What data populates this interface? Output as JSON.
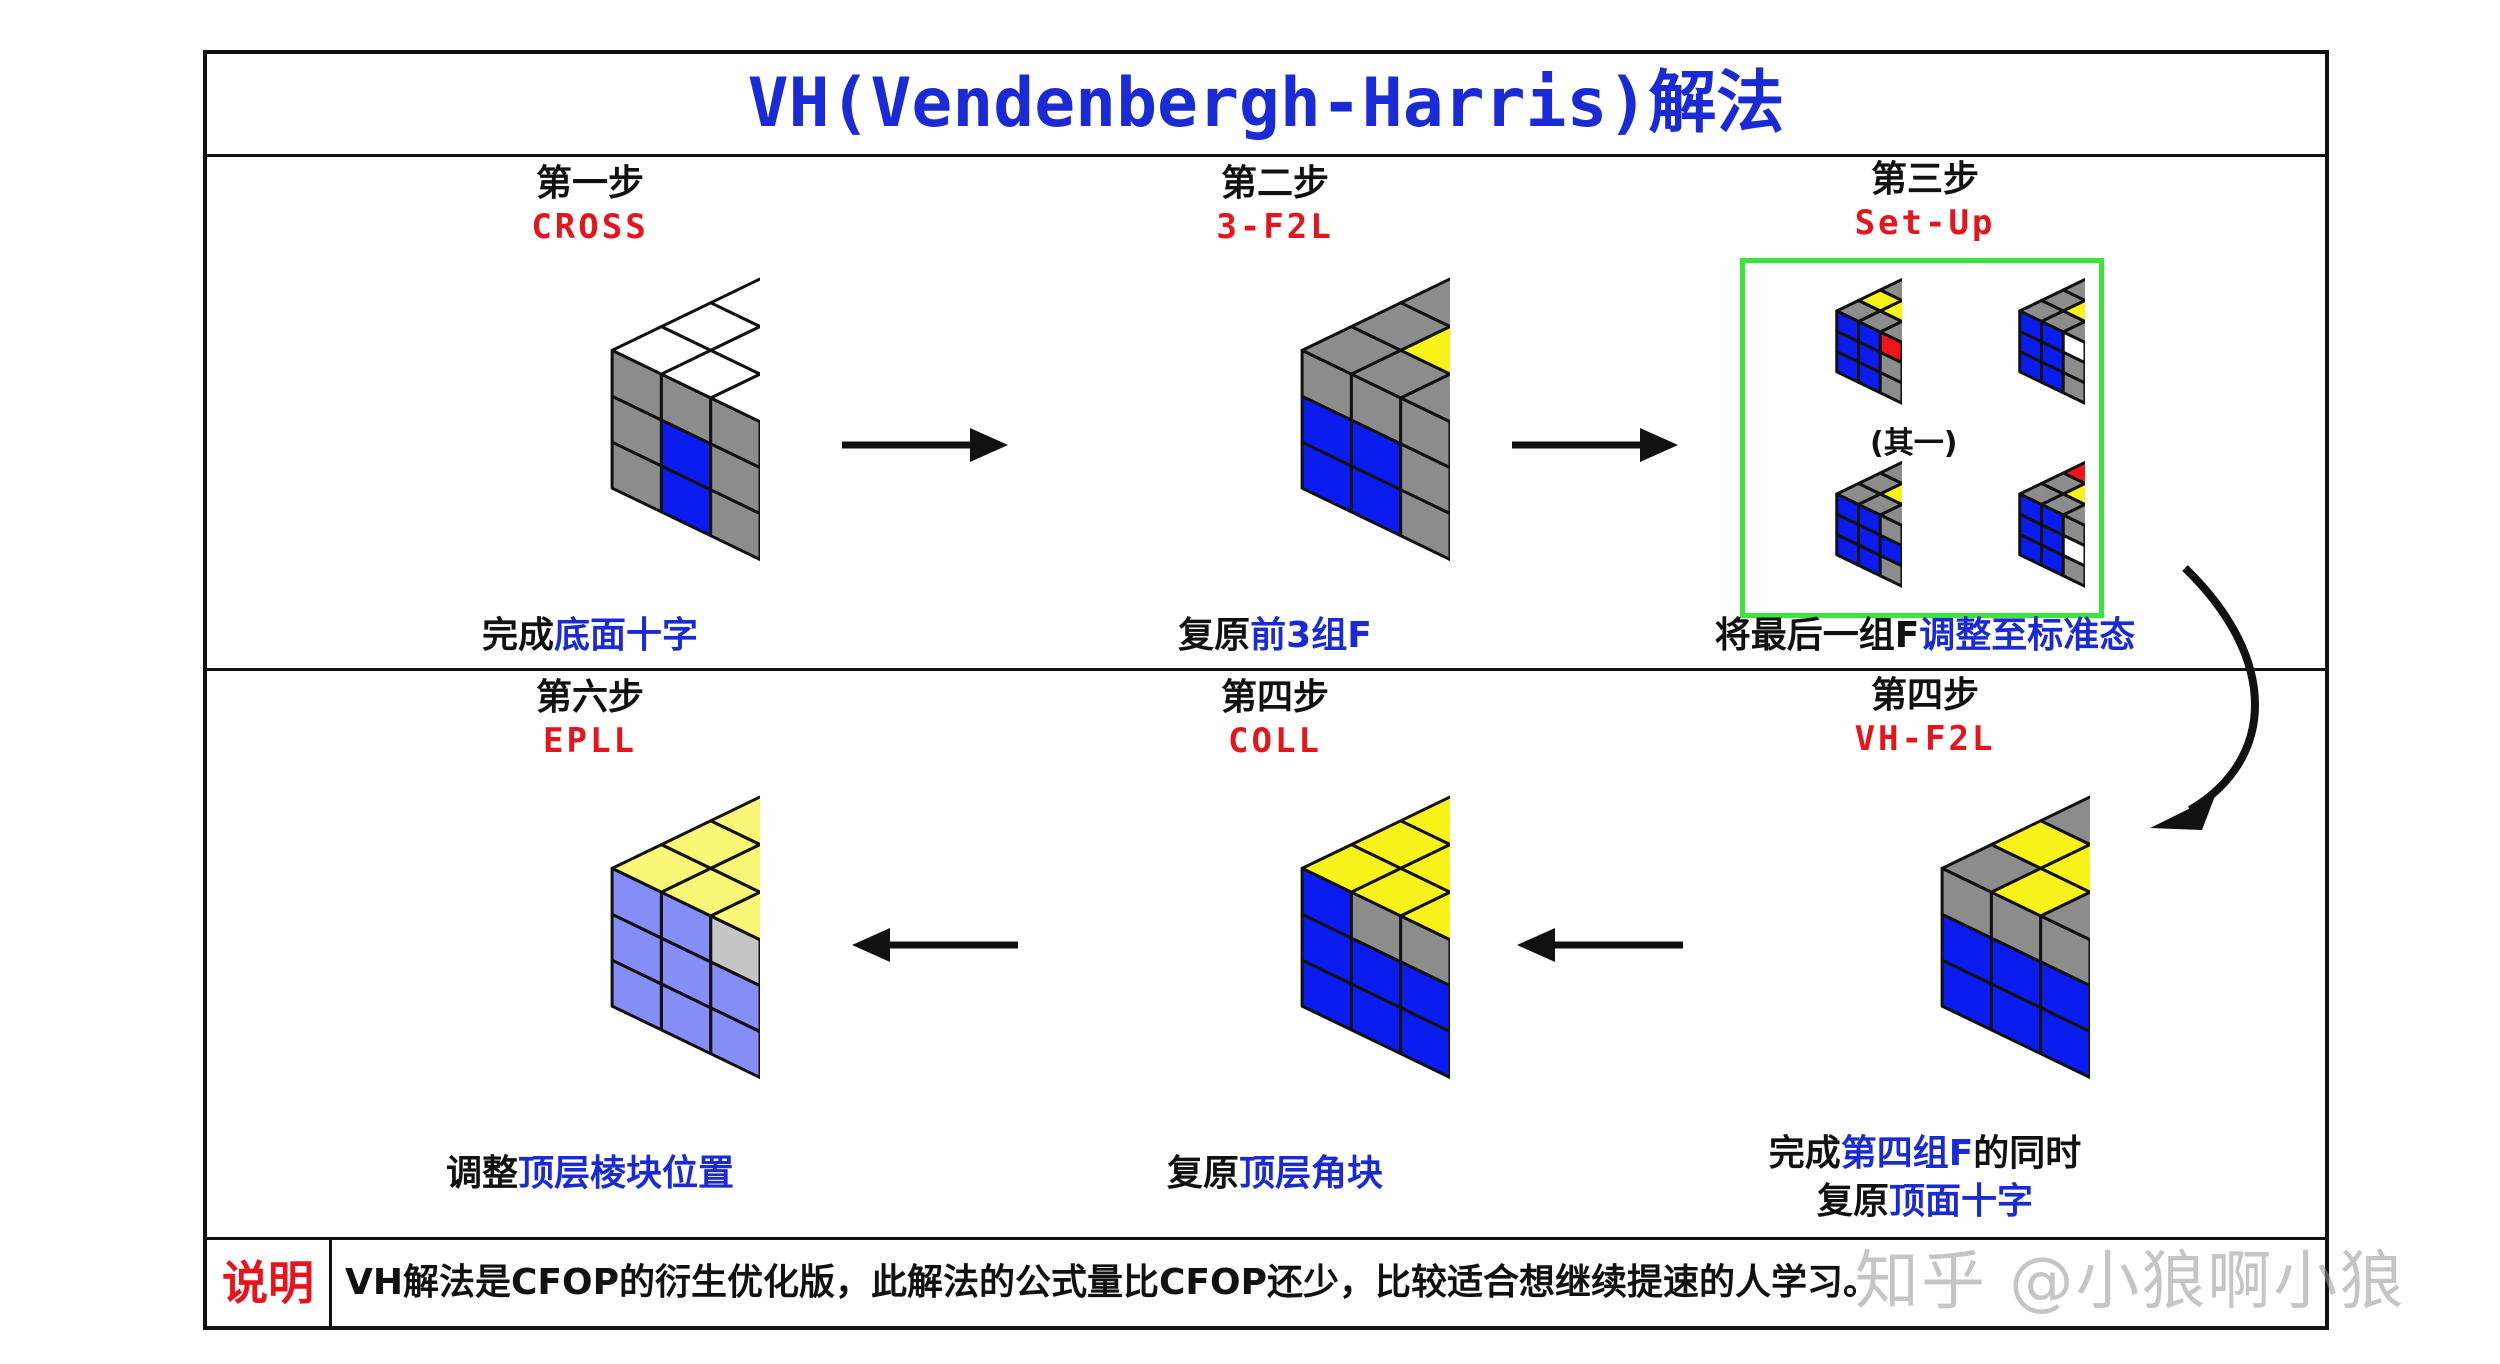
{
  "title": "VH(Vendenbergh-Harris)解法",
  "steps": [
    {
      "num": "第一步",
      "name": "CROSS",
      "caption_plain": "完成",
      "caption_hl": "底面十字"
    },
    {
      "num": "第二步",
      "name": "3-F2L",
      "caption_plain": "复原",
      "caption_hl": "前3组F"
    },
    {
      "num": "第三步",
      "name": "Set-Up",
      "caption_plain": "将最后一组F",
      "caption_hl": "调整至标准态",
      "other_label": "(其一)"
    },
    {
      "num": "第四步",
      "name": "VH-F2L",
      "caption_line1_plain": "完成",
      "caption_line1_hl": "第四组F",
      "caption_line1_tail": "的同时",
      "caption_line2_plain": "复原",
      "caption_line2_hl": "顶面十字"
    },
    {
      "num": "第四步",
      "name": "COLL",
      "caption_plain": "复原",
      "caption_hl": "顶层角块"
    },
    {
      "num": "第六步",
      "name": "EPLL",
      "caption_plain": "调整",
      "caption_hl": "顶层棱块位置"
    }
  ],
  "note": {
    "label": "说明",
    "text": "VH解法是CFOP的衍生优化版，此解法的公式量比CFOP还少，比较适合想继续提速的人学习。"
  },
  "watermark": "知乎 @小狼啊小狼",
  "colors": {
    "title": "#1a2bd6",
    "step_name": "#e8141b",
    "highlight": "#1a2bd6",
    "setup_border": "#39e639",
    "sticker_gray": "#8c8c8c",
    "sticker_blue": "#0b1cf0",
    "sticker_red": "#f2141b",
    "sticker_yellow": "#f7f21a",
    "sticker_white": "#ffffff"
  }
}
